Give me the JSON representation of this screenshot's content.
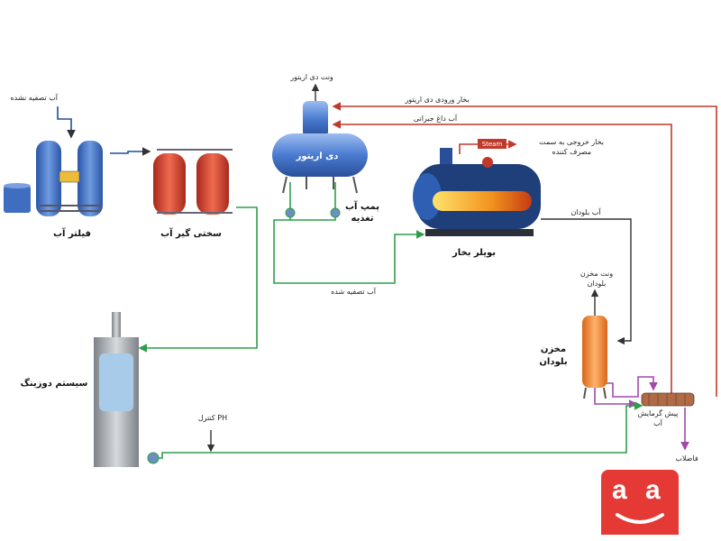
{
  "labels": {
    "raw_water": "آب تصفیه نشده",
    "filter": "فیلتر آب",
    "softener": "سختی گیر آب",
    "deaerator": "دی اریتور",
    "deaerator_vent": "ونت دی اریتور",
    "feed_pump_line1": "پمپ آب",
    "feed_pump_line2": "تغذیه",
    "boiler": "بویلر بخار",
    "treated_water": "آب تصفیه شده",
    "steam_inlet": "بخار ورودی دی اریتور",
    "makeup_water": "آب داغ جبرانی",
    "steam_out_line1": "بخار خروجی به سمت",
    "steam_out_line2": "مصرف کننده",
    "steam_tag": "Steam",
    "blowdown_water": "آب بلودان",
    "blowdown_vent_line1": "ونت مخزن",
    "blowdown_vent_line2": "بلودان",
    "blowdown_tank_line1": "مخزن",
    "blowdown_tank_line2": "بلودان",
    "dosing": "سیستم دوزینگ",
    "ph_control": "کنترل PH",
    "preheater_line1": "پیش گرمایش",
    "preheater_line2": "آب",
    "waste": "فاضلاب"
  },
  "logo": {
    "text": "a a"
  },
  "colors": {
    "feed_pipe": "#2e9e4a",
    "steam_pipe": "#c0392b",
    "blowdown_pipe": "#a04aa8",
    "filter_body": "#3b6fc4",
    "softener_body": "#d9432e",
    "deaerator_body": "#4a7bd0",
    "blowdown_tank": "#f28c28",
    "logo": "#e53935"
  }
}
